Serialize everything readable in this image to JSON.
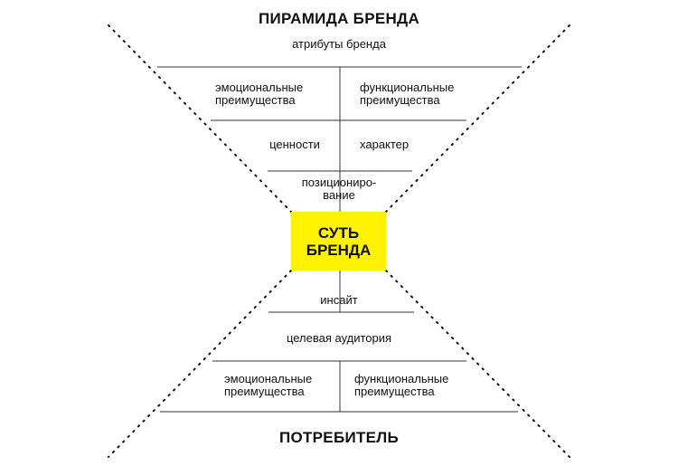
{
  "title": "ПИРАМИДА БРЕНДА",
  "footer": "ПОТРЕБИТЕЛЬ",
  "core": {
    "line1": "СУТЬ",
    "line2": "БРЕНДА",
    "color": "#fff200"
  },
  "top": {
    "attributes": "атрибуты бренда",
    "emotional": [
      "эмоциональные",
      "преимущества"
    ],
    "functional": [
      "функциональные",
      "преимущества"
    ],
    "values": "ценности",
    "character": "характер",
    "positioning": [
      "позициониро-",
      "вание"
    ]
  },
  "bottom": {
    "insight": "инсайт",
    "audience": "целевая аудитория",
    "emotional": [
      "эмоциональные",
      "преимущества"
    ],
    "functional": [
      "функциональные",
      "преимущества"
    ]
  }
}
